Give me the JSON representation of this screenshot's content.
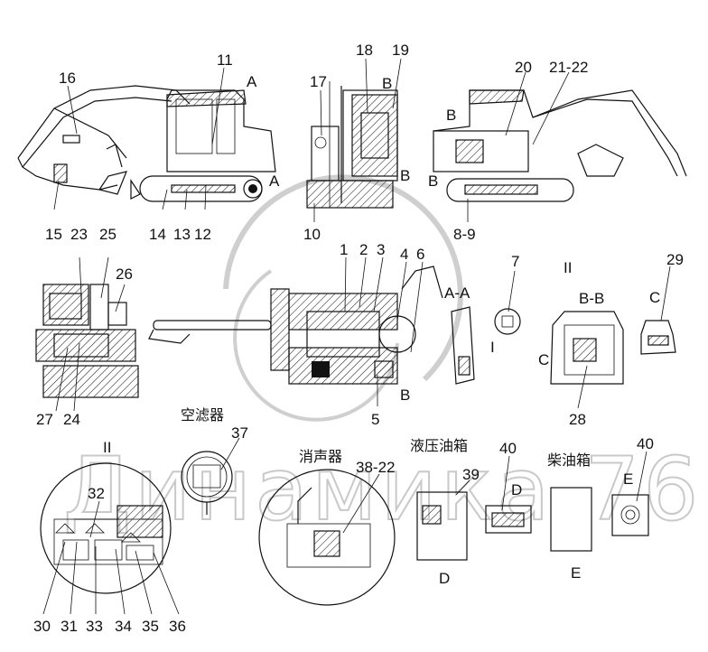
{
  "watermark": "Динамика 76",
  "callouts": {
    "c1": "1",
    "c2": "2",
    "c3": "3",
    "c4": "4",
    "c5": "5",
    "c6": "6",
    "c7": "7",
    "c8_9": "8-9",
    "c10": "10",
    "c11": "11",
    "c12": "12",
    "c13": "13",
    "c14": "14",
    "c15": "15",
    "c16": "16",
    "c17": "17",
    "c18": "18",
    "c19": "19",
    "c20": "20",
    "c21_22": "21-22",
    "c23": "23",
    "c24": "24",
    "c25": "25",
    "c26": "26",
    "c27": "27",
    "c28": "28",
    "c29": "29",
    "c30": "30",
    "c31": "31",
    "c32": "32",
    "c33": "33",
    "c34": "34",
    "c35": "35",
    "c36": "36",
    "c37": "37",
    "c38_22": "38-22",
    "c39": "39",
    "c40a": "40",
    "c40b": "40"
  },
  "view_marks": {
    "a_top": "A",
    "a_track": "A",
    "b_cab": "B",
    "b_cab2": "B",
    "b_right1": "B",
    "b_right2": "B",
    "b_lower": "B",
    "aa": "A-A",
    "bb": "B-B",
    "roman_i": "I",
    "roman_ii_top": "II",
    "roman_ii_detail": "II",
    "c_left": "C",
    "c_right": "C",
    "d_hyd": "D",
    "d_tank": "D",
    "e_fuel": "E",
    "e_plate": "E"
  },
  "component_titles": {
    "air_filter": "空滤器",
    "muffler": "消声器",
    "hydraulic_tank": "液压油箱",
    "diesel_tank": "柴油箱"
  }
}
